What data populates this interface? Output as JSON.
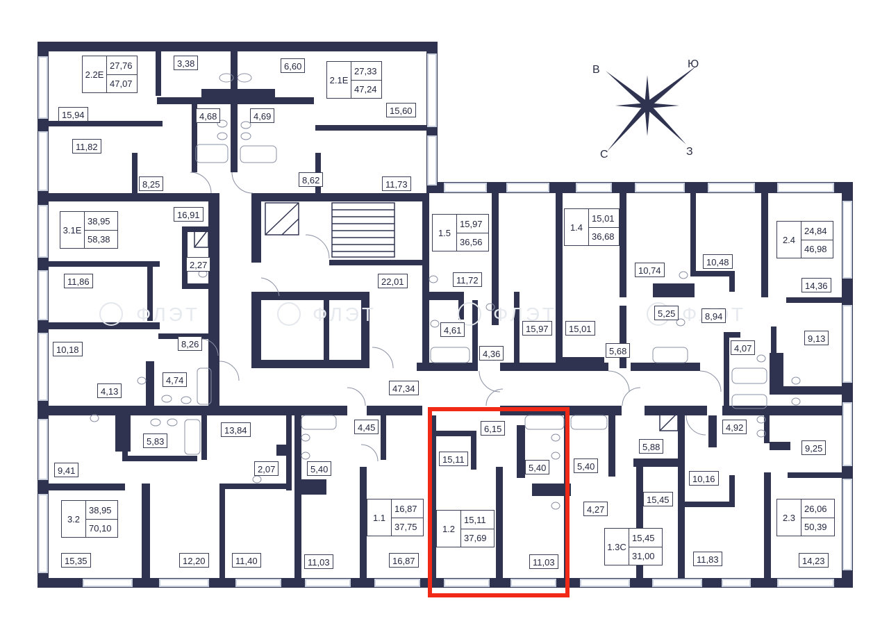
{
  "colors": {
    "wall": "#2f3350",
    "window": "#c9d2de",
    "highlight": "#f02a16",
    "label_border": "#3a3e54"
  },
  "compass": {
    "north_west": "В",
    "north_east": "Ю",
    "south_west": "С",
    "south_east": "З"
  },
  "watermark": {
    "text": "ФЛЭТ"
  },
  "apartments": [
    {
      "code": "2.2Е",
      "living": "27,76",
      "total": "47,07"
    },
    {
      "code": "2.1Е",
      "living": "27,33",
      "total": "47,24"
    },
    {
      "code": "3.1Е",
      "living": "38,95",
      "total": "58,38"
    },
    {
      "code": "1.5",
      "living": "15,97",
      "total": "36,56"
    },
    {
      "code": "1.4",
      "living": "15,01",
      "total": "36,68"
    },
    {
      "code": "2.4",
      "living": "24,84",
      "total": "46,98"
    },
    {
      "code": "3.2",
      "living": "38,95",
      "total": "70,10"
    },
    {
      "code": "1.1",
      "living": "16,87",
      "total": "37,75"
    },
    {
      "code": "1.2",
      "living": "15,11",
      "total": "37,69"
    },
    {
      "code": "1.3С",
      "living": "15,45",
      "total": "31,00"
    },
    {
      "code": "2.3",
      "living": "26,06",
      "total": "50,39"
    }
  ],
  "rooms": [
    "3,38",
    "6,60",
    "15,94",
    "15,60",
    "4,68",
    "4,69",
    "11,82",
    "8,25",
    "8,62",
    "11,73",
    "16,91",
    "2,27",
    "11,86",
    "22,01",
    "11,72",
    "10,74",
    "10,48",
    "14,36",
    "8,26",
    "10,18",
    "4,61",
    "15,97",
    "15,01",
    "5,25",
    "8,94",
    "4,07",
    "9,13",
    "4,74",
    "4,13",
    "4,36",
    "5,68",
    "47,34",
    "13,84",
    "4,45",
    "6,15",
    "5,83",
    "4,92",
    "9,25",
    "5,88",
    "9,41",
    "2,07",
    "5,40",
    "15,11",
    "5,40",
    "5,40",
    "10,16",
    "15,45",
    "4,27",
    "15,35",
    "12,20",
    "11,40",
    "11,03",
    "16,87",
    "11,03",
    "11,83",
    "14,23"
  ]
}
